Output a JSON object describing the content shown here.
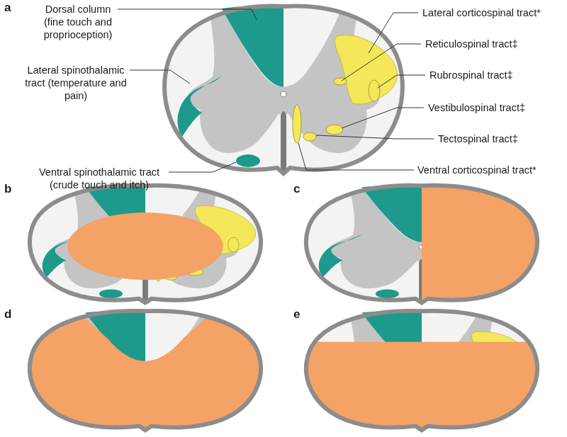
{
  "diagram": {
    "labels": [
      "a",
      "Dorsal column (fine touch and proprioception)",
      "Lateral spinothalamic tract (temperature and pain)",
      "Ventral spinothalamic tract (crude touch and itch)",
      "Lateral corticospinal tract*",
      "Reticulospinal tract‡",
      "Rubrospinal tract‡",
      "Vestibulospinal tract‡",
      "Tectospinal tract‡",
      "Ventral corticospinal tract*",
      "b",
      "c",
      "d",
      "e"
    ]
  }
}
